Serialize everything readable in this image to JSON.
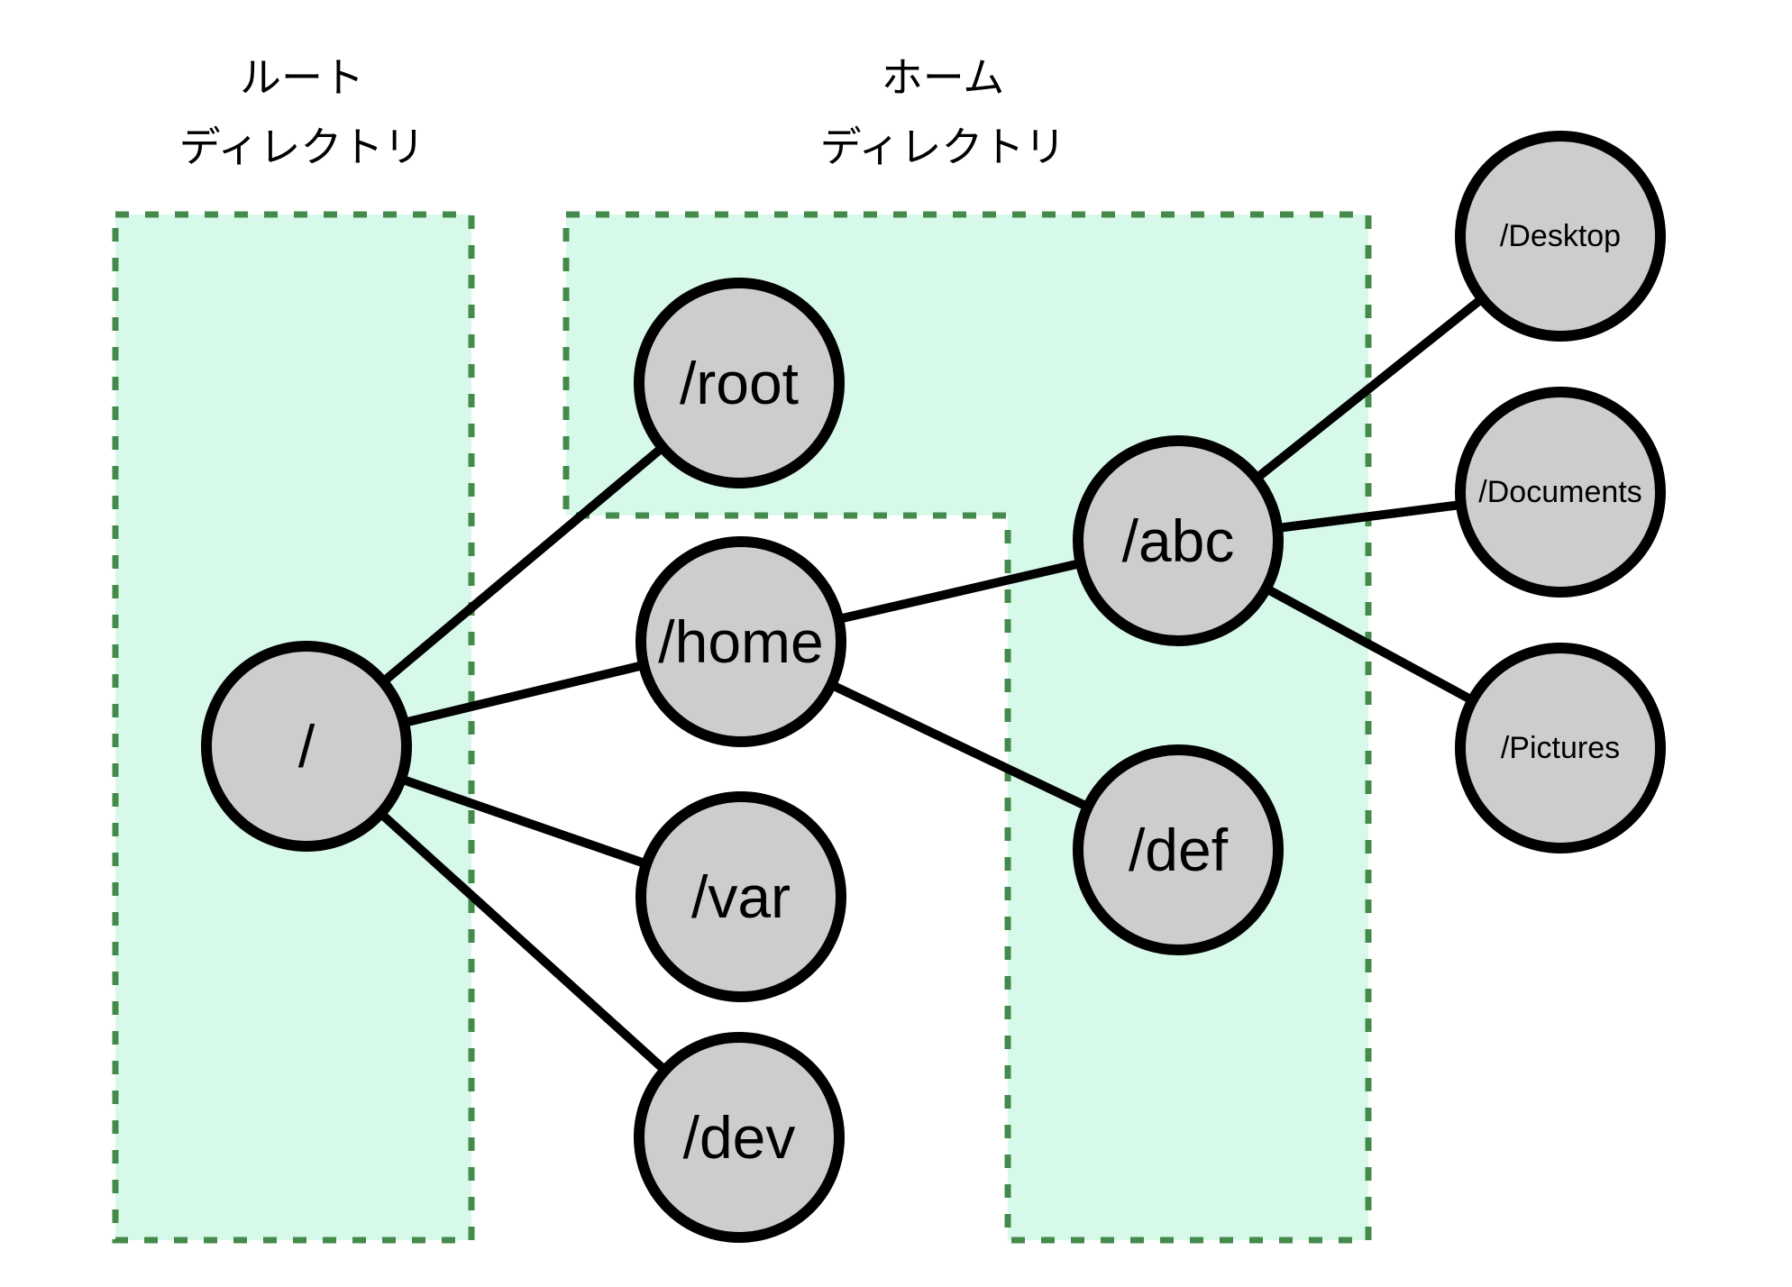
{
  "diagram": {
    "title_labels": {
      "root": {
        "line1": "ルート",
        "line2": "ディレクトリ"
      },
      "home": {
        "line1": "ホーム",
        "line2": "ディレクトリ"
      }
    },
    "nodes": {
      "slash": "/",
      "root": "/root",
      "home": "/home",
      "var": "/var",
      "dev": "/dev",
      "abc": "/abc",
      "def": "/def",
      "desktop": "/Desktop",
      "documents": "/Documents",
      "pictures": "/Pictures"
    },
    "edges": [
      {
        "from": "/",
        "to": "/root"
      },
      {
        "from": "/",
        "to": "/home"
      },
      {
        "from": "/",
        "to": "/var"
      },
      {
        "from": "/",
        "to": "/dev"
      },
      {
        "from": "/home",
        "to": "/abc"
      },
      {
        "from": "/home",
        "to": "/def"
      },
      {
        "from": "/abc",
        "to": "/Desktop"
      },
      {
        "from": "/abc",
        "to": "/Documents"
      },
      {
        "from": "/abc",
        "to": "/Pictures"
      }
    ],
    "regions": [
      {
        "name": "root-directory-region",
        "label": "ルート ディレクトリ",
        "shape": "rectangle"
      },
      {
        "name": "home-directory-region",
        "label": "ホーム ディレクトリ",
        "shape": "l-shape"
      }
    ],
    "colors": {
      "region_fill": "#d7f9e9",
      "region_border": "#448a4a",
      "node_fill": "#cdcdcd",
      "node_border": "#000000",
      "edge": "#000000",
      "text": "#000000",
      "background": "#ffffff"
    }
  }
}
